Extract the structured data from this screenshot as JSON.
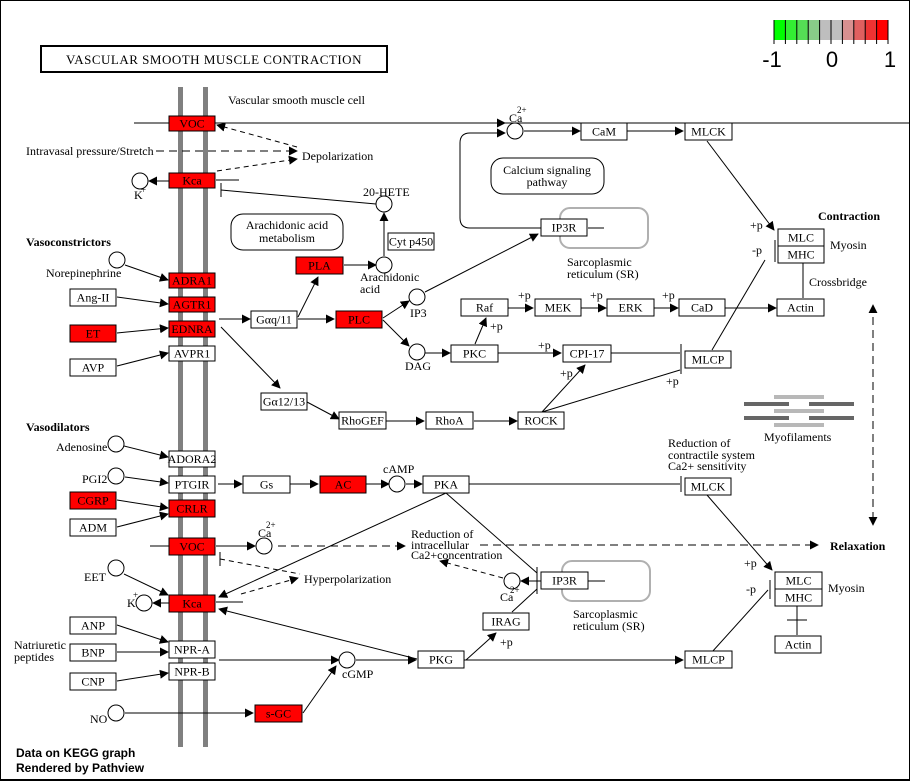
{
  "title": "VASCULAR SMOOTH MUSCLE CONTRACTION",
  "legend": {
    "min_label": "-1",
    "mid_label": "0",
    "max_label": "1",
    "colors": [
      "#00ff00",
      "#33ee33",
      "#55dd55",
      "#88cc88",
      "#bebebe",
      "#bebebe",
      "#d89090",
      "#e06060",
      "#ee3333",
      "#ff0000"
    ]
  },
  "footer": {
    "line1": "Data on KEGG graph",
    "line2": "Rendered by Pathview"
  },
  "colors": {
    "upregulated": "#ff0000",
    "neutral": "#ffffff",
    "membrane": "#808080",
    "compartment": "#b0b0b0"
  },
  "labels": {
    "cell": "Vascular smooth muscle cell",
    "stretch": "Intravasal pressure/Stretch",
    "depolarization": "Depolarization",
    "k_top": "K",
    "hete": "20-HETE",
    "arach_met_1": "Arachidonic acid",
    "arach_met_2": "metabolism",
    "arach_acid_1": "Arachidonic",
    "arach_acid_2": "acid",
    "calcium_1": "Calcium signaling",
    "calcium_2": "pathway",
    "ca_top": "Ca",
    "sr1_1": "Sarcoplasmic",
    "sr1_2": "reticulum (SR)",
    "vasoconstrictors": "Vasoconstrictors",
    "norepinephrine": "Norepinephrine",
    "ip3": "IP3",
    "dag": "DAG",
    "contraction": "Contraction",
    "myosin1": "Myosin",
    "crossbridge": "Crossbridge",
    "vasodilators": "Vasodilators",
    "adenosine": "Adenosine",
    "pgi2": "PGI2",
    "camp": "cAMP",
    "myofilaments": "Myofilaments",
    "red_ca_1": "Reduction of",
    "red_ca_2": "contractile system",
    "red_ca_3": "Ca2+ sensitivity",
    "ca_mid": "Ca",
    "red_intra_1": "Reduction of",
    "red_intra_2": "intracellular",
    "red_intra_3": "Ca2+concentration",
    "relaxation": "Relaxation",
    "hyperpolarization": "Hyperpolarization",
    "eet": "EET",
    "k_bottom": "K",
    "ca_bottom": "Ca",
    "sr2_1": "Sarcoplasmic",
    "sr2_2": "reticulum (SR)",
    "natriuretic_1": "Natriuretic",
    "natriuretic_2": "peptides",
    "cgmp": "cGMP",
    "no": "NO",
    "myosin2": "Myosin",
    "plus_p": "+p",
    "minus_p": "-p",
    "sup_plus": "+",
    "sup_2plus": "2+"
  },
  "nodes": {
    "voc1": "VOC",
    "kca1": "Kca",
    "adra1": "ADRA1",
    "agtr1": "AGTR1",
    "ednra": "EDNRA",
    "avpr1": "AVPR1",
    "angii": "Ang-II",
    "et": "ET",
    "avp": "AVP",
    "gaq": "Gαq/11",
    "pla": "PLA",
    "plc": "PLC",
    "cyp": "Cyt p450",
    "cam": "CaM",
    "mlck1": "MLCK",
    "ip3r1": "IP3R",
    "raf": "Raf",
    "mek": "MEK",
    "erk": "ERK",
    "cad": "CaD",
    "actin1": "Actin",
    "mlc1": "MLC",
    "mhc1": "MHC",
    "pkc": "PKC",
    "cpi17": "CPI-17",
    "mlcp1": "MLCP",
    "ga1213": "Gα12/13",
    "rhogef": "RhoGEF",
    "rhoa": "RhoA",
    "rock": "ROCK",
    "adora2": "ADORA2",
    "ptgir": "PTGIR",
    "gs": "Gs",
    "ac": "AC",
    "pka": "PKA",
    "mlck2": "MLCK",
    "cgrp": "CGRP",
    "crlr": "CRLR",
    "adm": "ADM",
    "voc2": "VOC",
    "kca2": "Kca",
    "ip3r2": "IP3R",
    "irag": "IRAG",
    "anp": "ANP",
    "bnp": "BNP",
    "cnp": "CNP",
    "npra": "NPR-A",
    "nprb": "NPR-B",
    "pkg": "PKG",
    "mlcp2": "MLCP",
    "mlc2": "MLC",
    "mhc2": "MHC",
    "actin2": "Actin",
    "sgc": "s-GC"
  }
}
